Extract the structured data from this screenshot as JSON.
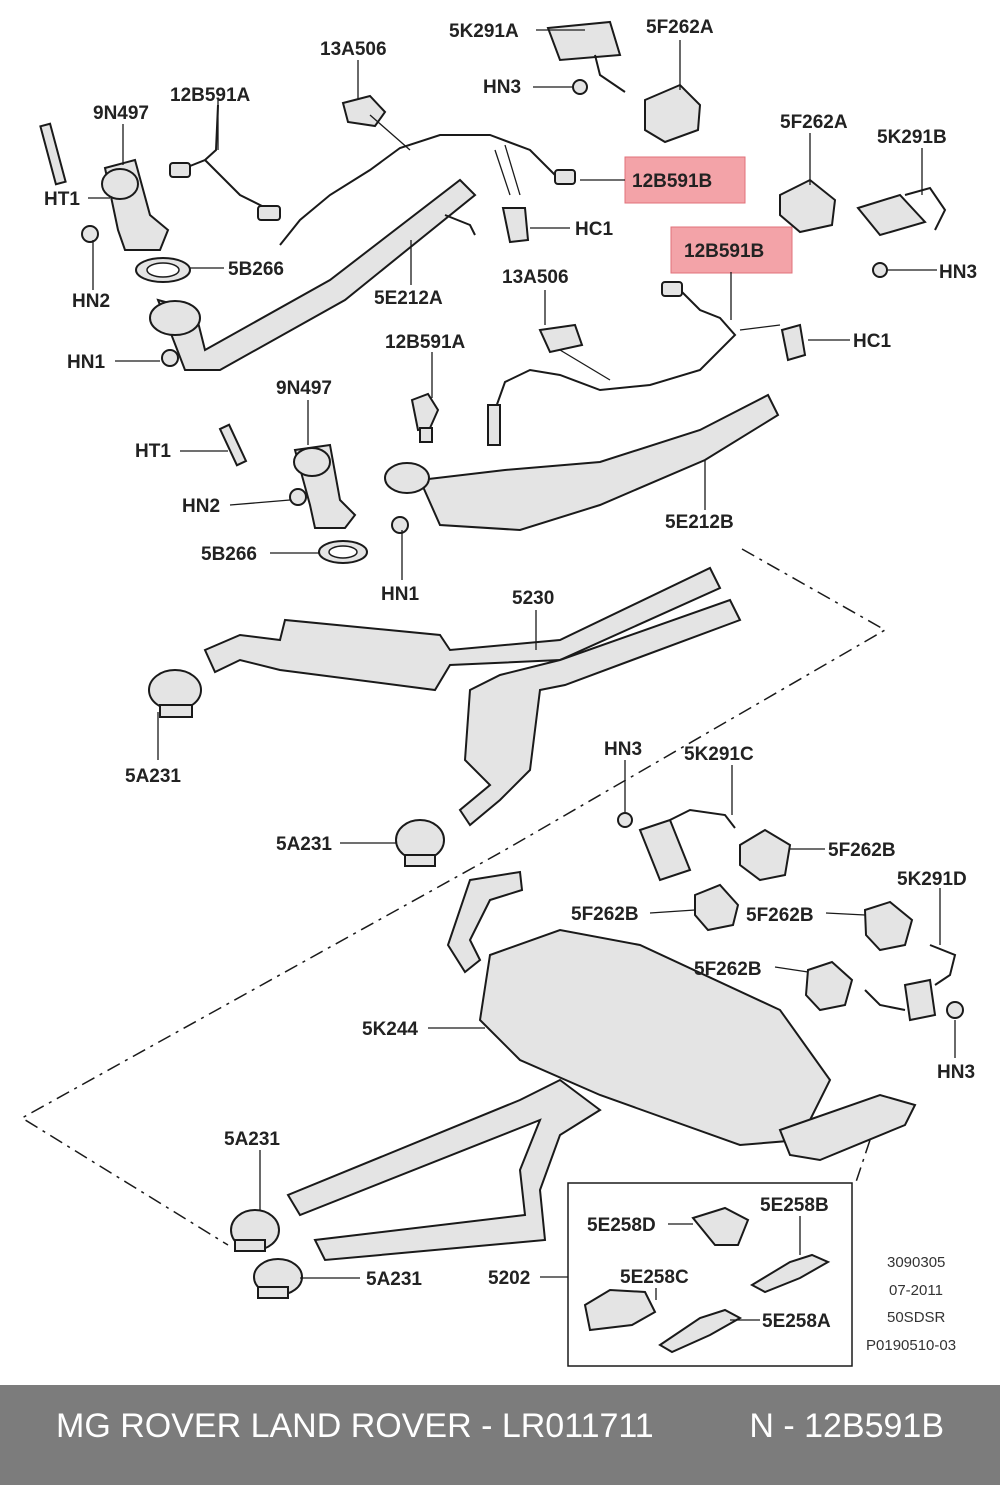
{
  "labels": {
    "l_5K291A": "5K291A",
    "l_5F262A_1": "5F262A",
    "l_13A506_1": "13A506",
    "l_HN3_1": "HN3",
    "l_12B591A_1": "12B591A",
    "l_9N497_1": "9N497",
    "l_5F262A_2": "5F262A",
    "l_5K291B": "5K291B",
    "l_HT1_1": "HT1",
    "l_12B591B_1": "12B591B",
    "l_HC1_1": "HC1",
    "l_12B591B_2": "12B591B",
    "l_5B266_1": "5B266",
    "l_HN3_2": "HN3",
    "l_HN2_1": "HN2",
    "l_5E212A": "5E212A",
    "l_13A506_2": "13A506",
    "l_HC1_2": "HC1",
    "l_HN1_1": "HN1",
    "l_12B591A_2": "12B591A",
    "l_9N497_2": "9N497",
    "l_HT1_2": "HT1",
    "l_HN2_2": "HN2",
    "l_5E212B": "5E212B",
    "l_5B266_2": "5B266",
    "l_HN1_2": "HN1",
    "l_5230": "5230",
    "l_5A231_1": "5A231",
    "l_HN3_3": "HN3",
    "l_5K291C": "5K291C",
    "l_5A231_2": "5A231",
    "l_5F262B_1": "5F262B",
    "l_5K291D": "5K291D",
    "l_5F262B_2": "5F262B",
    "l_5F262B_3": "5F262B",
    "l_5F262B_4": "5F262B",
    "l_5K244": "5K244",
    "l_HN3_4": "HN3",
    "l_5A231_3": "5A231",
    "l_5E258D": "5E258D",
    "l_5E258B": "5E258B",
    "l_5202": "5202",
    "l_5E258C": "5E258C",
    "l_5A231_4": "5A231",
    "l_5E258A": "5E258A"
  },
  "meta": {
    "line1": "3090305",
    "line2": "07-2011",
    "line3": "50SDSR",
    "line4": "P0190510-03"
  },
  "footer": {
    "left": "MG ROVER LAND ROVER - LR011711",
    "right": "N - 12B591B"
  },
  "colors": {
    "highlight": "#f3a3a8",
    "footer_bg": "#7c7c7c"
  }
}
